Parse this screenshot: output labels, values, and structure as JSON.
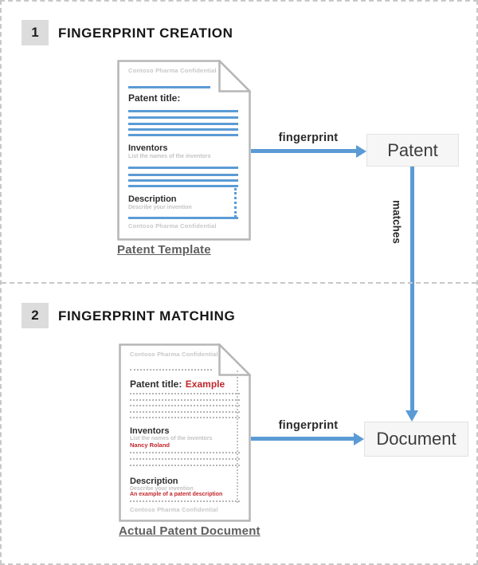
{
  "colors": {
    "blue": "#5B9BD5",
    "red": "#C1272D",
    "badge_bg": "#DCDCDC",
    "node_bg": "#F6F6F6",
    "node_border": "#E2E2E2",
    "doc_border": "#B6B6B6"
  },
  "section1": {
    "number": "1",
    "title": "FINGERPRINT CREATION",
    "doc": {
      "header": "Contoso Pharma Confidential",
      "title_label": "Patent title:",
      "inventors_label": "Inventors",
      "inventors_hint": "List the names of the inventors",
      "description_label": "Description",
      "description_hint": "Describe your invention",
      "footer": "Contoso Pharma Confidential",
      "caption": "Patent Template"
    },
    "arrow_label": "fingerprint",
    "node": "Patent"
  },
  "connector": {
    "label": "matches"
  },
  "section2": {
    "number": "2",
    "title": "FINGERPRINT MATCHING",
    "doc": {
      "header": "Contoso Pharma Confidential",
      "title_label": "Patent title:",
      "title_value": "Example",
      "inventors_label": "Inventors",
      "inventors_hint": "List the names of the inventors",
      "inventors_value": "Nancy Roland",
      "description_label": "Description",
      "description_hint": "Describe your invention",
      "description_value": "An example of a patent description",
      "footer": "Contoso Pharma Confidential",
      "caption": "Actual Patent Document"
    },
    "arrow_label": "fingerprint",
    "node": "Document"
  }
}
